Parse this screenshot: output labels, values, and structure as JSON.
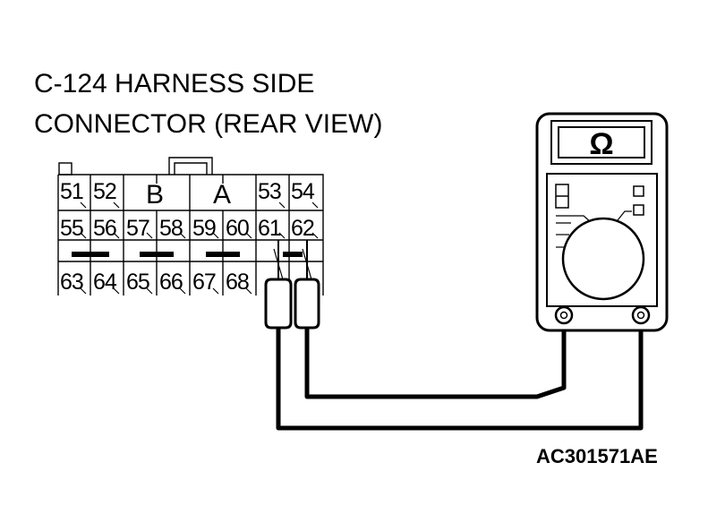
{
  "title": {
    "line1": "C-124 HARNESS SIDE",
    "line2": "CONNECTOR (REAR VIEW)"
  },
  "connector": {
    "row1": [
      {
        "label": "51"
      },
      {
        "label": "52"
      },
      {
        "label": "B"
      },
      {
        "label": "A"
      },
      {
        "label": "53"
      },
      {
        "label": "54"
      }
    ],
    "row2": [
      {
        "label": "55"
      },
      {
        "label": "56"
      },
      {
        "label": "57"
      },
      {
        "label": "58"
      },
      {
        "label": "59"
      },
      {
        "label": "60"
      },
      {
        "label": "61"
      },
      {
        "label": "62"
      }
    ],
    "row3": [
      {
        "label": "63"
      },
      {
        "label": "64"
      },
      {
        "label": "65"
      },
      {
        "label": "66"
      },
      {
        "label": "67"
      },
      {
        "label": "68"
      }
    ],
    "probed_pins": [
      "61",
      "62"
    ]
  },
  "meter": {
    "display_symbol": "Ω",
    "icon": "ohmmeter-icon"
  },
  "figure_code": "AC301571AE"
}
